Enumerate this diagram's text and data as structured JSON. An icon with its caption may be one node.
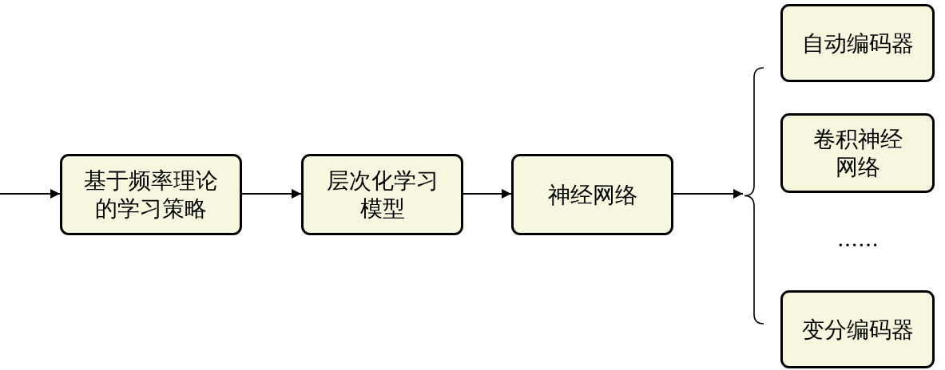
{
  "diagram": {
    "nodes": [
      {
        "text": [
          "基于频率理论的学习策略"
        ]
      },
      {
        "text": [
          "层次化学习模型"
        ]
      },
      {
        "text": [
          "神经网络"
        ]
      },
      {
        "text": [],
        "shape": "brace"
      },
      {
        "text": [
          "自动编码器"
        ]
      },
      {
        "text": [
          "卷积神经网络"
        ]
      },
      {
        "text": [
          "变分编码器"
        ]
      }
    ],
    "edges": [
      {
        "from": null,
        "to": 0,
        "arrow": "to"
      },
      {
        "from": 0,
        "to": 1,
        "arrow": "to"
      },
      {
        "from": 1,
        "to": 2,
        "arrow": "to"
      },
      {
        "from": 2,
        "to": 3,
        "arrow": "to"
      }
    ],
    "labels": [
      "……"
    ]
  }
}
